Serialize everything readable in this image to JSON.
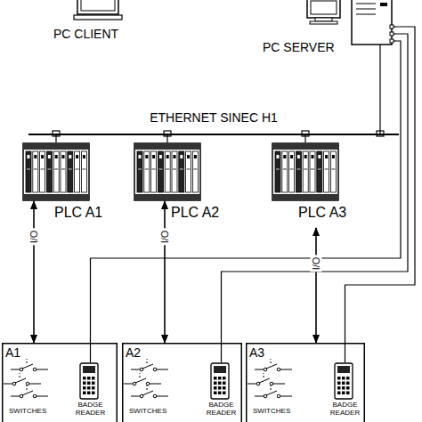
{
  "diagram": {
    "nodes": [
      {
        "text": [
          "PC CLIENT"
        ]
      },
      {
        "text": [
          "PC SERVER"
        ]
      },
      {
        "text": [
          "ETHERNET SINEC H1"
        ]
      },
      {
        "text": [
          "PLC A1"
        ]
      },
      {
        "text": [
          "PLC A2"
        ]
      },
      {
        "text": [
          "PLC A3"
        ]
      },
      {
        "text": [
          "A1",
          "SWITCHES"
        ]
      },
      {
        "text": [
          "BADGE READER"
        ],
        "in": 6
      },
      {
        "text": [
          "A2",
          "SWITCHES"
        ]
      },
      {
        "text": [
          "BADGE READER"
        ],
        "in": 8
      },
      {
        "text": [
          "A3",
          "SWITCHES"
        ]
      },
      {
        "text": [
          "BADGE READER"
        ],
        "in": 10
      }
    ],
    "edges": [
      {
        "from": 1,
        "to": 2,
        "arrow": "none"
      },
      {
        "from": 3,
        "to": 2,
        "arrow": "none"
      },
      {
        "from": 4,
        "to": 2,
        "arrow": "none"
      },
      {
        "from": 5,
        "to": 2,
        "arrow": "none"
      },
      {
        "from": 3,
        "to": 6,
        "label": "I/O",
        "arrow": "both"
      },
      {
        "from": 4,
        "to": 8,
        "label": "I/O",
        "arrow": "both"
      },
      {
        "from": 5,
        "to": 10,
        "label": "I/O",
        "arrow": "both"
      },
      {
        "from": 1,
        "to": 7,
        "arrow": "none"
      },
      {
        "from": 1,
        "to": 9,
        "arrow": "none"
      },
      {
        "from": 1,
        "to": 11,
        "arrow": "none"
      }
    ]
  }
}
